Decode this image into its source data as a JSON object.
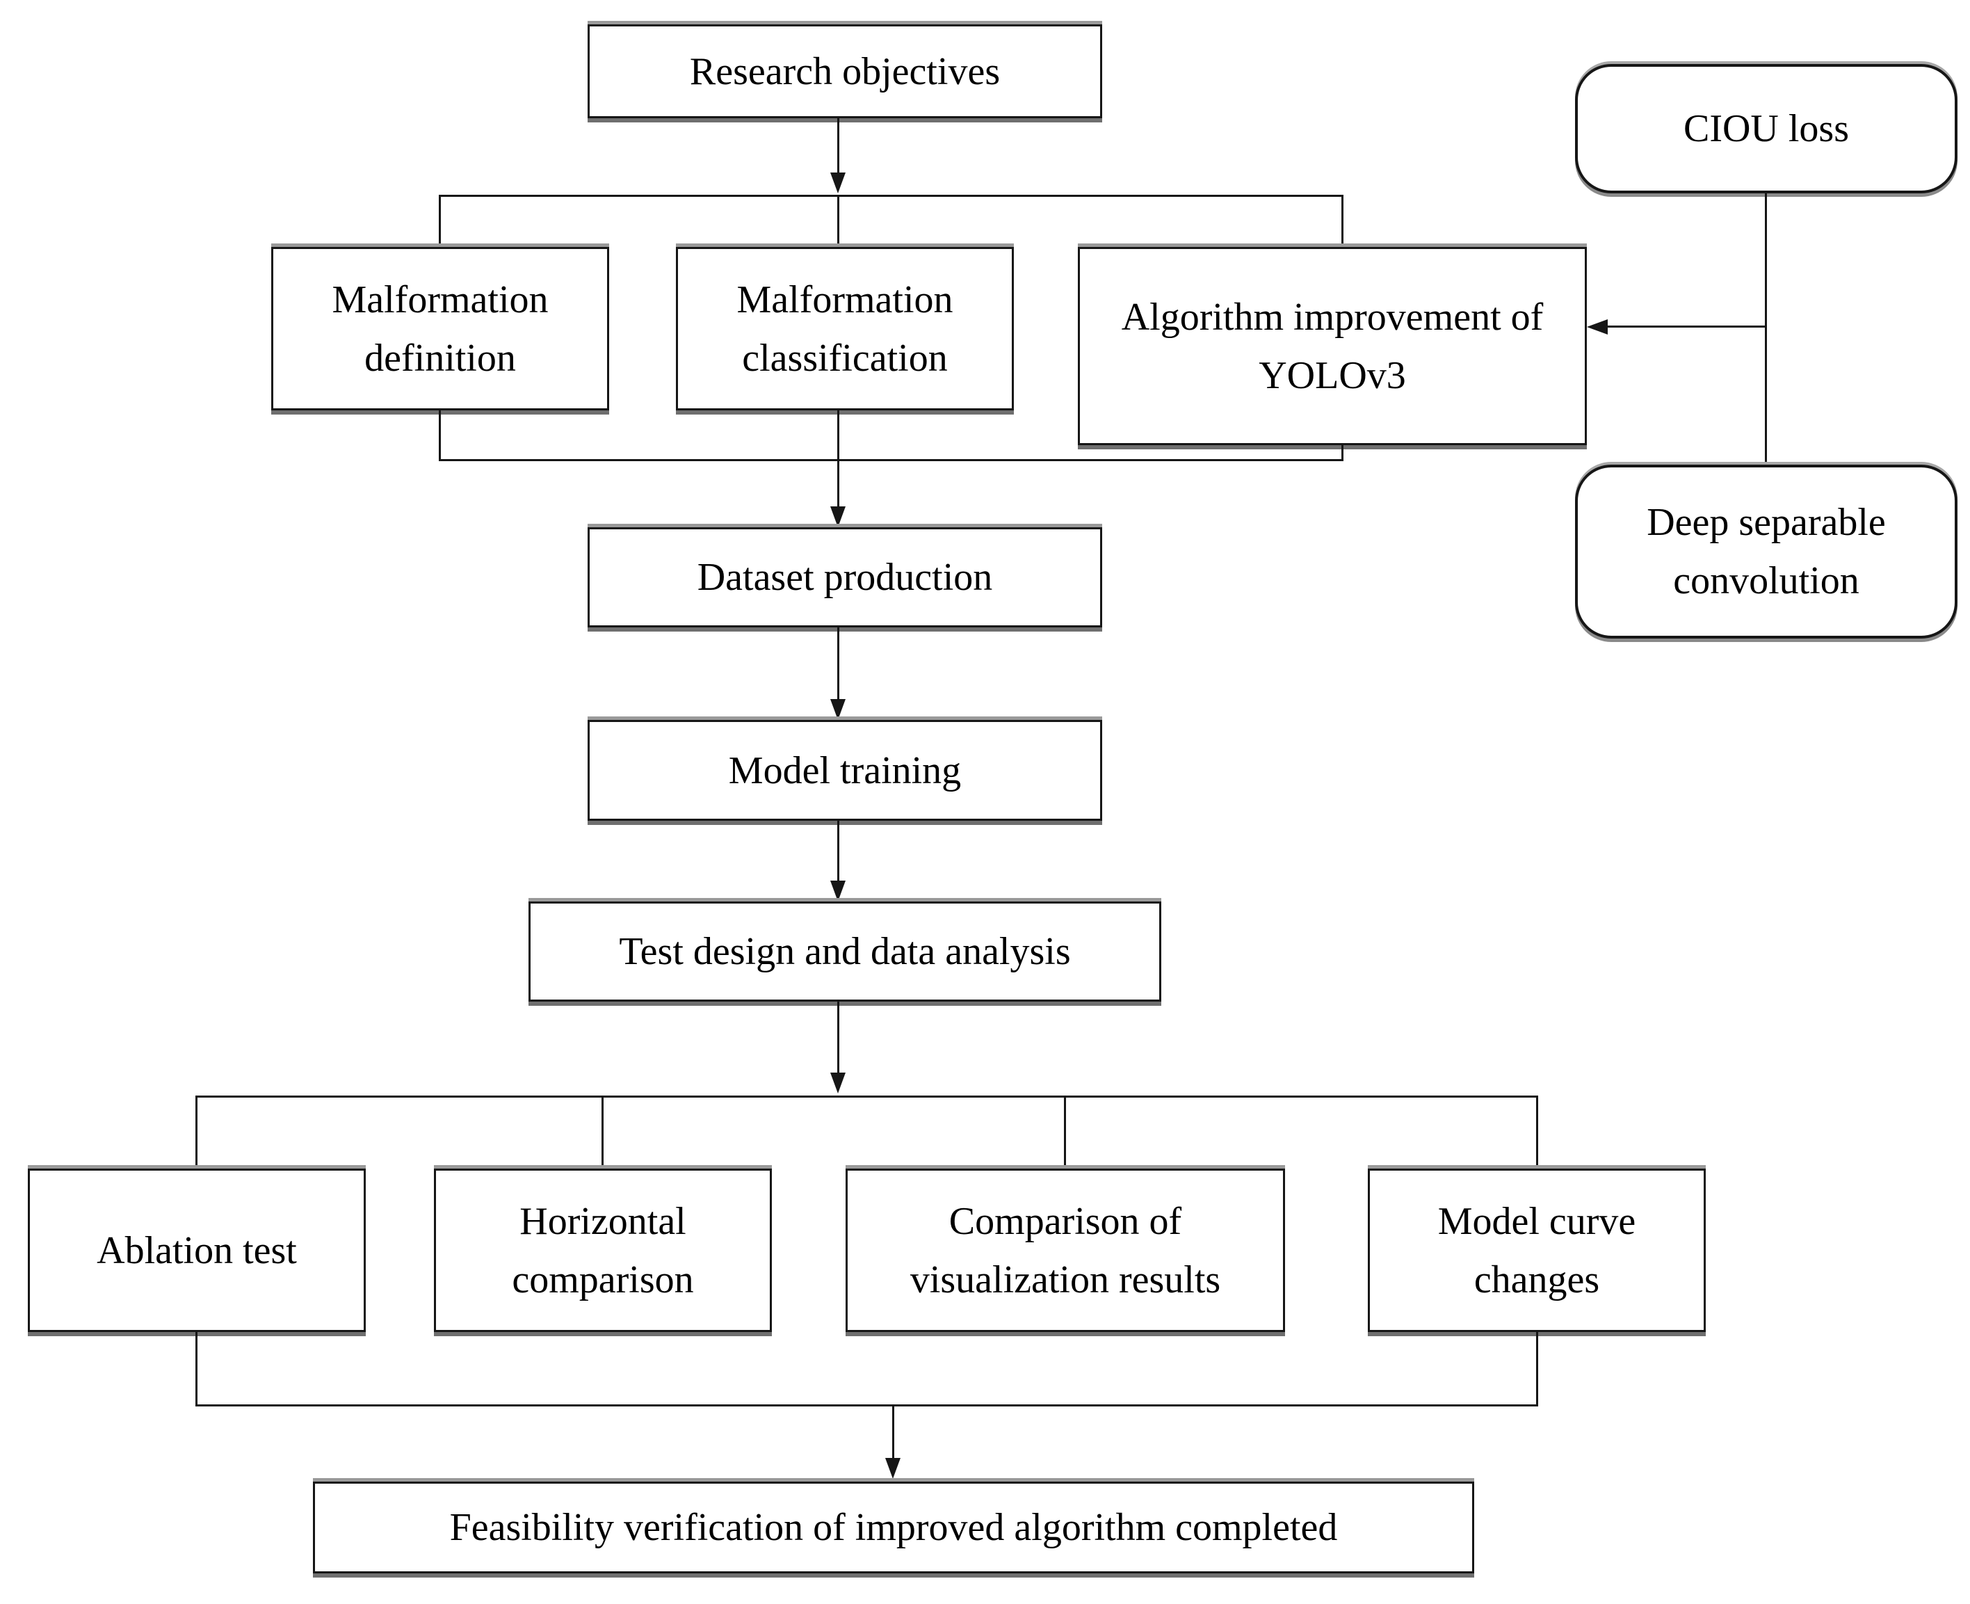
{
  "diagram": {
    "type": "flowchart",
    "background": "#ffffff",
    "colors": {
      "box_fill": "#ffffff",
      "box_border": "#161616",
      "box_shadow": "#8c8c8c",
      "connector": "#161616",
      "text": "#000000"
    },
    "nodes": {
      "research_objectives": {
        "label": "Research objectives",
        "shape": "rect"
      },
      "malformation_definition": {
        "label": "Malformation definition",
        "shape": "rect"
      },
      "malformation_classification": {
        "label": "Malformation classification",
        "shape": "rect"
      },
      "algorithm_improvement": {
        "label": "Algorithm improvement of YOLOv3",
        "shape": "rect"
      },
      "ciou_loss": {
        "label": "CIOU loss",
        "shape": "rounded"
      },
      "deep_separable_convolution": {
        "label": "Deep separable convolution",
        "shape": "rounded"
      },
      "dataset_production": {
        "label": "Dataset production",
        "shape": "rect"
      },
      "model_training": {
        "label": "Model training",
        "shape": "rect"
      },
      "test_design": {
        "label": "Test design and data analysis",
        "shape": "rect"
      },
      "ablation_test": {
        "label": "Ablation test",
        "shape": "rect"
      },
      "horizontal_comparison": {
        "label": "Horizontal comparison",
        "shape": "rect"
      },
      "comparison_visualization": {
        "label": "Comparison of visualization results",
        "shape": "rect"
      },
      "model_curve_changes": {
        "label": "Model curve changes",
        "shape": "rect"
      },
      "feasibility_verification": {
        "label": "Feasibility verification of improved algorithm completed",
        "shape": "rect"
      }
    },
    "edges": [
      {
        "from": "research_objectives",
        "to": "malformation_definition",
        "arrow": true
      },
      {
        "from": "research_objectives",
        "to": "malformation_classification",
        "arrow": true
      },
      {
        "from": "research_objectives",
        "to": "algorithm_improvement",
        "arrow": true
      },
      {
        "from": "ciou_loss",
        "to": "algorithm_improvement",
        "arrow": true
      },
      {
        "from": "deep_separable_convolution",
        "to": "algorithm_improvement",
        "arrow": true
      },
      {
        "from": "malformation_definition",
        "to": "dataset_production",
        "arrow": true
      },
      {
        "from": "malformation_classification",
        "to": "dataset_production",
        "arrow": true
      },
      {
        "from": "algorithm_improvement",
        "to": "dataset_production",
        "arrow": true
      },
      {
        "from": "dataset_production",
        "to": "model_training",
        "arrow": true
      },
      {
        "from": "model_training",
        "to": "test_design",
        "arrow": true
      },
      {
        "from": "test_design",
        "to": "ablation_test",
        "arrow": true
      },
      {
        "from": "test_design",
        "to": "horizontal_comparison",
        "arrow": true
      },
      {
        "from": "test_design",
        "to": "comparison_visualization",
        "arrow": true
      },
      {
        "from": "test_design",
        "to": "model_curve_changes",
        "arrow": true
      },
      {
        "from": "ablation_test",
        "to": "feasibility_verification",
        "arrow": true
      },
      {
        "from": "horizontal_comparison",
        "to": "feasibility_verification",
        "arrow": true
      },
      {
        "from": "comparison_visualization",
        "to": "feasibility_verification",
        "arrow": true
      },
      {
        "from": "model_curve_changes",
        "to": "feasibility_verification",
        "arrow": true
      }
    ]
  }
}
